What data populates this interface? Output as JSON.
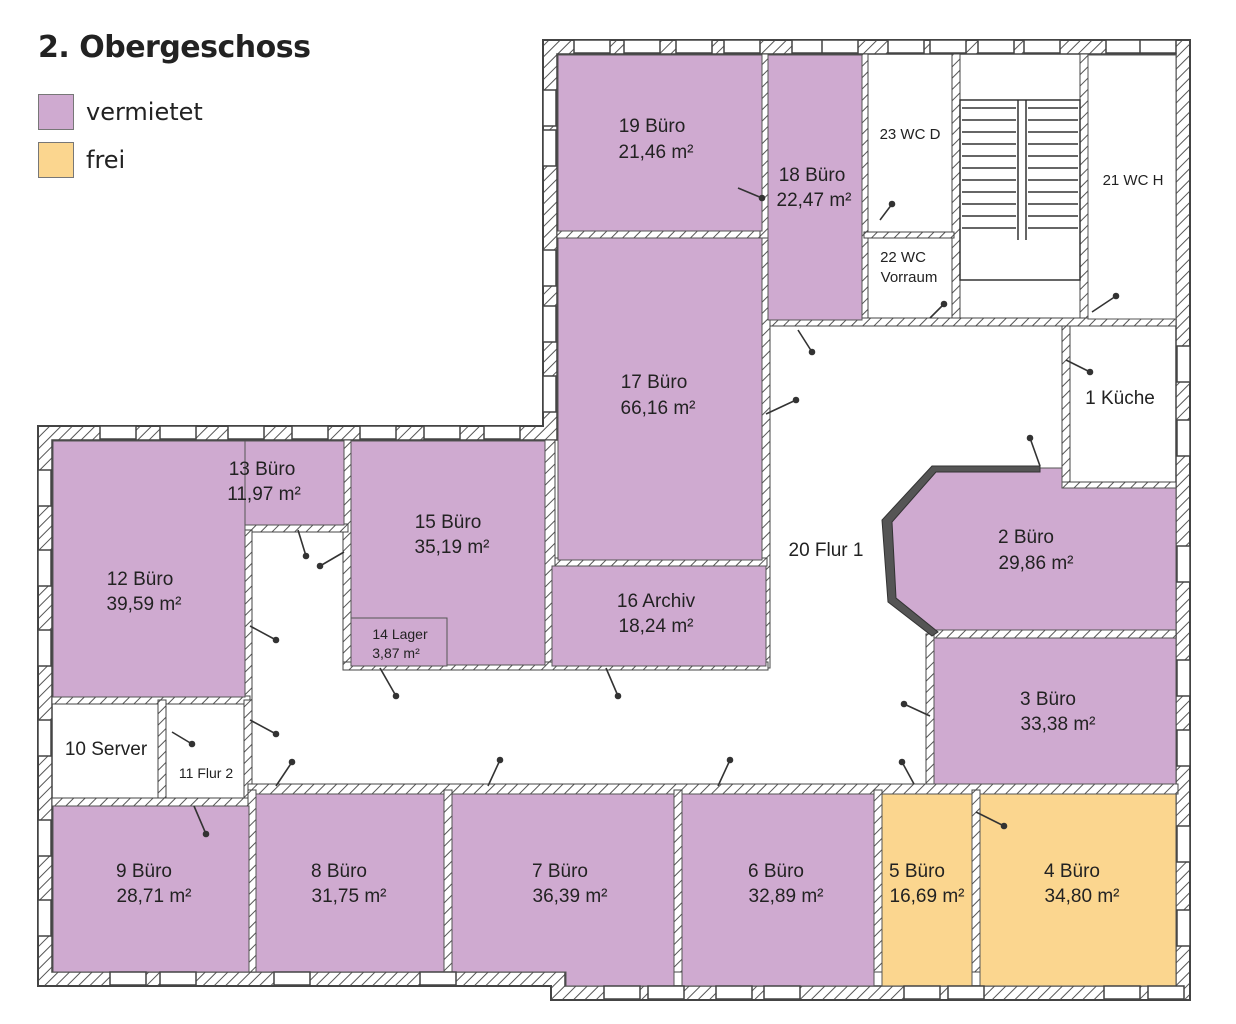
{
  "title": "2. Obergeschoss",
  "legend": [
    {
      "label": "vermietet",
      "color": "#cfaad0"
    },
    {
      "label": "frei",
      "color": "#fbd68f"
    }
  ],
  "colors": {
    "rented": "#cfaad0",
    "free": "#fbd68f",
    "wall": "#444444"
  },
  "rooms": {
    "r19": {
      "name": "19 Büro",
      "area": "21,46 m²",
      "status": "vermietet"
    },
    "r18": {
      "name": "18 Büro",
      "area": "22,47 m²",
      "status": "vermietet"
    },
    "r23": {
      "name": "23 WC D",
      "status": "none"
    },
    "r22": {
      "name": "22 WC",
      "name2": "Vorraum",
      "status": "none"
    },
    "r21": {
      "name": "21 WC H",
      "status": "none"
    },
    "r17": {
      "name": "17 Büro",
      "area": "66,16 m²",
      "status": "vermietet"
    },
    "r1": {
      "name": "1 Küche",
      "status": "none"
    },
    "r13": {
      "name": "13 Büro",
      "area": "11,97 m²",
      "status": "vermietet"
    },
    "r15": {
      "name": "15 Büro",
      "area": "35,19 m²",
      "status": "vermietet"
    },
    "r14": {
      "name": "14 Lager",
      "area": "3,87 m²",
      "status": "vermietet"
    },
    "r16": {
      "name": "16 Archiv",
      "area": "18,24 m²",
      "status": "vermietet"
    },
    "r12": {
      "name": "12 Büro",
      "area": "39,59 m²",
      "status": "vermietet"
    },
    "r20": {
      "name": "20 Flur 1",
      "status": "none"
    },
    "r2": {
      "name": "2 Büro",
      "area": "29,86 m²",
      "status": "vermietet"
    },
    "r3": {
      "name": "3 Büro",
      "area": "33,38 m²",
      "status": "vermietet"
    },
    "r10": {
      "name": "10 Server",
      "status": "none"
    },
    "r11": {
      "name": "11 Flur 2",
      "status": "none"
    },
    "r9": {
      "name": "9 Büro",
      "area": "28,71 m²",
      "status": "vermietet"
    },
    "r8": {
      "name": "8 Büro",
      "area": "31,75 m²",
      "status": "vermietet"
    },
    "r7": {
      "name": "7 Büro",
      "area": "36,39 m²",
      "status": "vermietet"
    },
    "r6": {
      "name": "6 Büro",
      "area": "32,89 m²",
      "status": "vermietet"
    },
    "r5": {
      "name": "5 Büro",
      "area": "16,69 m²",
      "status": "frei"
    },
    "r4": {
      "name": "4 Büro",
      "area": "34,80 m²",
      "status": "frei"
    }
  }
}
